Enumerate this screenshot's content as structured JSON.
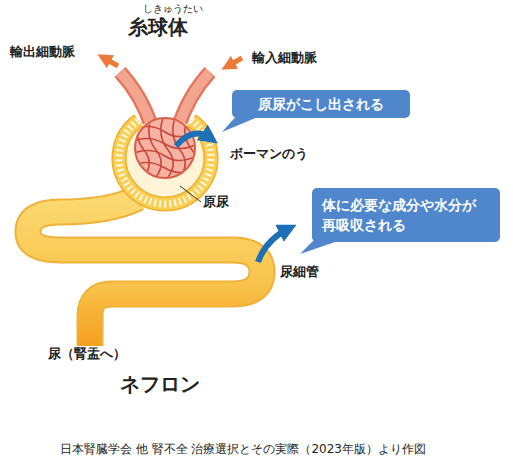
{
  "diagram": {
    "title": "ネフロン",
    "caption": "日本腎臓学会 他 腎不全 治療選択とその実際（2023年版）より作図",
    "nodes": [
      {
        "text": [
          "原尿がこし出される"
        ]
      },
      {
        "text": [
          "体に必要な成分や水分が 再吸収される"
        ]
      }
    ],
    "labels": [
      "しきゅうたい",
      "糸球体",
      "輸出細動脈",
      "輸入細動脈",
      "ボーマンのう",
      "原尿",
      "尿細管",
      "尿（腎盂へ）"
    ]
  }
}
